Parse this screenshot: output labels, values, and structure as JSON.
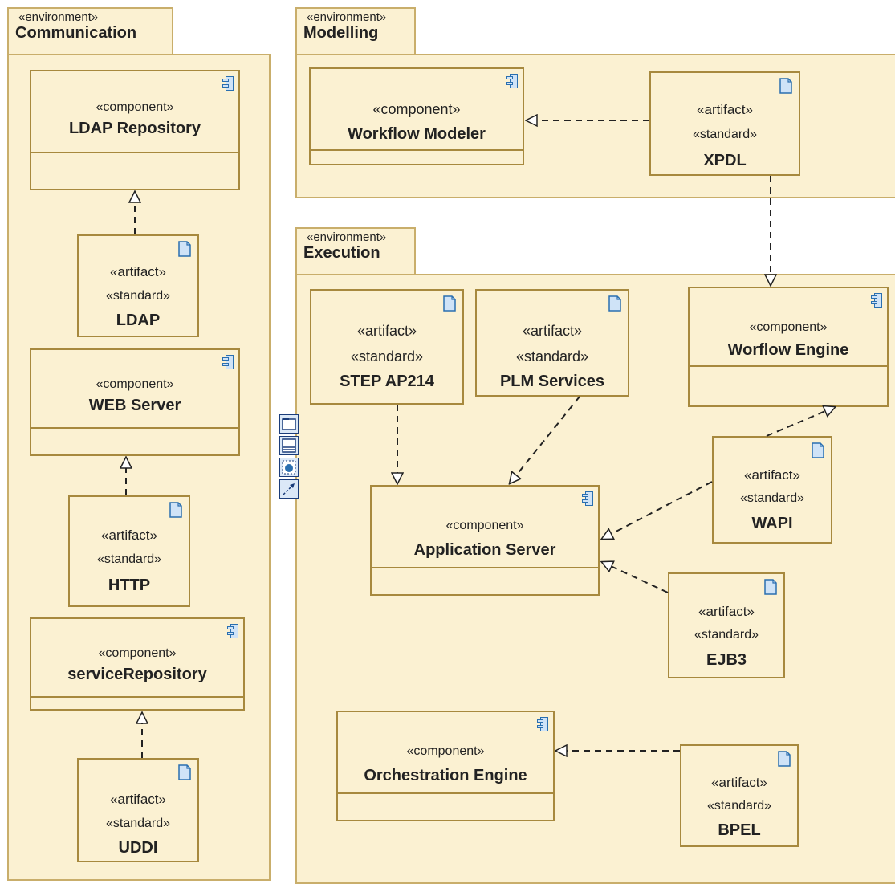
{
  "environments": {
    "communication": {
      "stereotype": "«environment»",
      "name": "Communication"
    },
    "modelling": {
      "stereotype": "«environment»",
      "name": "Modelling"
    },
    "execution": {
      "stereotype": "«environment»",
      "name": "Execution"
    }
  },
  "components": {
    "ldap_repository": {
      "stereotype": "«component»",
      "name": "LDAP Repository"
    },
    "web_server": {
      "stereotype": "«component»",
      "name": "WEB Server"
    },
    "service_repository": {
      "stereotype": "«component»",
      "name": "serviceRepository"
    },
    "workflow_modeler": {
      "stereotype": "«component»",
      "name": "Workflow Modeler"
    },
    "workflow_engine": {
      "stereotype": "«component»",
      "name": "Worflow Engine"
    },
    "application_server": {
      "stereotype": "«component»",
      "name": "Application Server"
    },
    "orchestration_engine": {
      "stereotype": "«component»",
      "name": "Orchestration Engine"
    }
  },
  "artifacts": {
    "ldap": {
      "stereotype": "«artifact»",
      "standard": "«standard»",
      "name": "LDAP"
    },
    "http": {
      "stereotype": "«artifact»",
      "standard": "«standard»",
      "name": "HTTP"
    },
    "uddi": {
      "stereotype": "«artifact»",
      "standard": "«standard»",
      "name": "UDDI"
    },
    "xpdl": {
      "stereotype": "«artifact»",
      "standard": "«standard»",
      "name": "XPDL"
    },
    "step_ap214": {
      "stereotype": "«artifact»",
      "standard": "«standard»",
      "name": "STEP AP214"
    },
    "plm_services": {
      "stereotype": "«artifact»",
      "standard": "«standard»",
      "name": "PLM Services"
    },
    "wapi": {
      "stereotype": "«artifact»",
      "standard": "«standard»",
      "name": "WAPI"
    },
    "ejb3": {
      "stereotype": "«artifact»",
      "standard": "«standard»",
      "name": "EJB3"
    },
    "bpel": {
      "stereotype": "«artifact»",
      "standard": "«standard»",
      "name": "BPEL"
    }
  },
  "toolbar_icons": [
    "package-tool-icon",
    "class-tool-icon",
    "interface-tool-icon",
    "dependency-tool-icon"
  ],
  "colors": {
    "fill": "#fbf1d2",
    "border": "#a7893e",
    "icon_blue": "#2a6fb0"
  }
}
